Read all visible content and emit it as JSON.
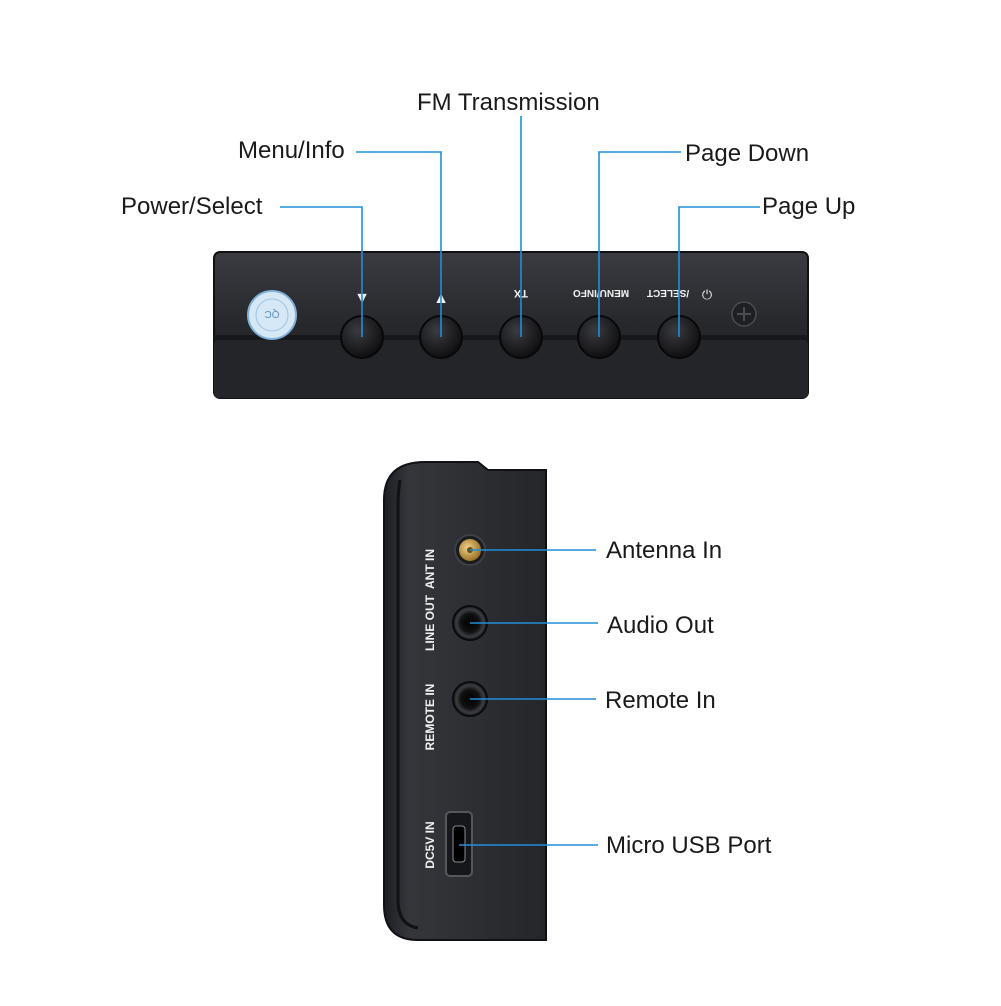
{
  "colors": {
    "leader_line": "#1e8fd8",
    "device_body": "#2b2d31",
    "device_edge": "#15161a",
    "panel_text": "#f2f2f2",
    "port_gold": "#c9a24a",
    "sticker": "#b9d6ee"
  },
  "top_view": {
    "labels": {
      "power_select": "Power/Select",
      "menu_info": "Menu/Info",
      "fm_transmission": "FM Transmission",
      "page_down": "Page Down",
      "page_up": "Page Up"
    },
    "panel_markings": {
      "down_arrow": "▼",
      "up_arrow": "▲",
      "tx": "TX",
      "menu_info": "MENU/INFO",
      "select": "/SELECT",
      "power_icon": "⏻"
    },
    "sticker_text": "QC"
  },
  "side_view": {
    "labels": {
      "antenna_in": "Antenna In",
      "audio_out": "Audio Out",
      "remote_in": "Remote In",
      "micro_usb": "Micro USB Port"
    },
    "panel_markings": {
      "ant_in": "ANT IN",
      "line_out": "LINE OUT",
      "remote_in": "REMOTE IN",
      "dc5v_in": "DC5V IN"
    }
  }
}
